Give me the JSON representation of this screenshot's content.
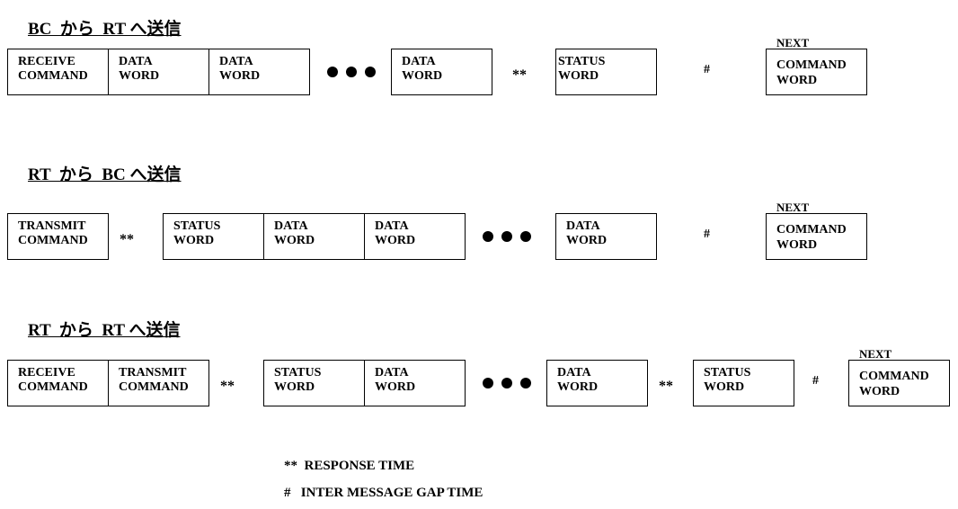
{
  "sections": [
    {
      "title": "BC  から  RT へ送信"
    },
    {
      "title": "RT  から  BC へ送信"
    },
    {
      "title": "RT  から  RT へ送信"
    }
  ],
  "words": {
    "receive_command": [
      "RECEIVE",
      "COMMAND"
    ],
    "transmit_command": [
      "TRANSMIT",
      "COMMAND"
    ],
    "data_word": [
      "DATA",
      "WORD"
    ],
    "status_word": [
      "STATUS",
      "WORD"
    ],
    "command_word": [
      "COMMAND",
      "WORD"
    ]
  },
  "next_label": "NEXT",
  "response_marker": "**",
  "gap_marker": "#",
  "legend": {
    "response_time": "**  RESPONSE TIME",
    "gap_time": "#   INTER MESSAGE GAP TIME"
  }
}
